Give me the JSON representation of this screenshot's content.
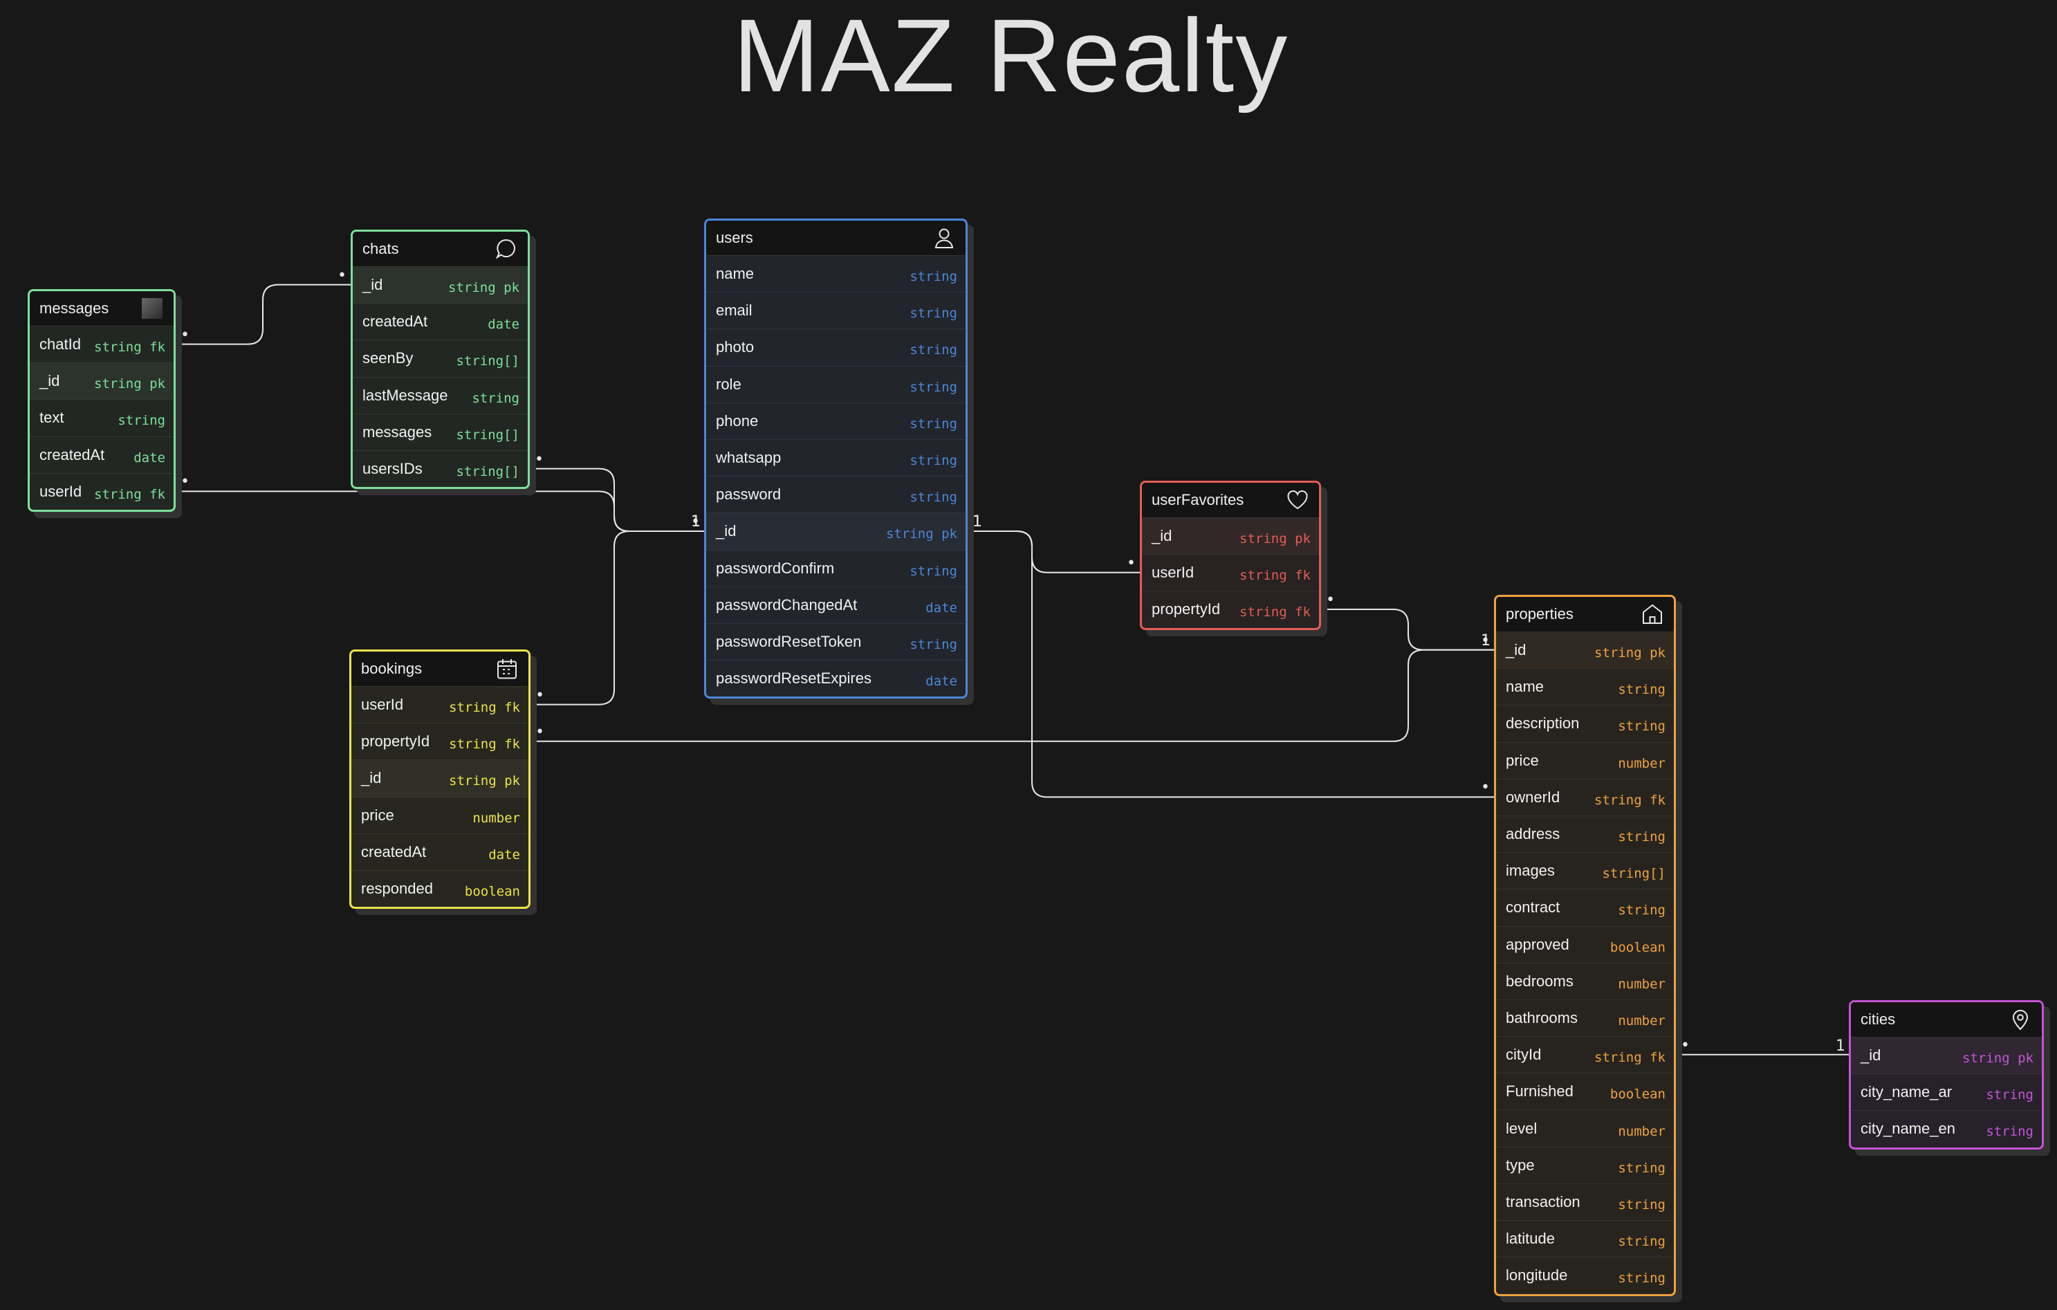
{
  "title": "MAZ Realty",
  "tables": {
    "messages": {
      "name": "messages",
      "icon": "square-icon",
      "color": "#7ce09a",
      "fields": [
        {
          "name": "chatId",
          "type": "string  fk"
        },
        {
          "name": "_id",
          "type": "string  pk"
        },
        {
          "name": "text",
          "type": "string"
        },
        {
          "name": "createdAt",
          "type": "date"
        },
        {
          "name": "userId",
          "type": "string  fk"
        }
      ]
    },
    "chats": {
      "name": "chats",
      "icon": "chat-bubble-icon",
      "color": "#7ce09a",
      "fields": [
        {
          "name": "_id",
          "type": "string  pk"
        },
        {
          "name": "createdAt",
          "type": "date"
        },
        {
          "name": "seenBy",
          "type": "string[]"
        },
        {
          "name": "lastMessage",
          "type": "string"
        },
        {
          "name": "messages",
          "type": "string[]"
        },
        {
          "name": "usersIDs",
          "type": "string[]"
        }
      ]
    },
    "users": {
      "name": "users",
      "icon": "user-icon",
      "color": "#4d86d9",
      "fields": [
        {
          "name": "name",
          "type": "string"
        },
        {
          "name": "email",
          "type": "string"
        },
        {
          "name": "photo",
          "type": "string"
        },
        {
          "name": "role",
          "type": "string"
        },
        {
          "name": "phone",
          "type": "string"
        },
        {
          "name": "whatsapp",
          "type": "string"
        },
        {
          "name": "password",
          "type": "string"
        },
        {
          "name": "_id",
          "type": "string  pk"
        },
        {
          "name": "passwordConfirm",
          "type": "string"
        },
        {
          "name": "passwordChangedAt",
          "type": "date"
        },
        {
          "name": "passwordResetToken",
          "type": "string"
        },
        {
          "name": "passwordResetExpires",
          "type": "date"
        }
      ]
    },
    "userFavorites": {
      "name": "userFavorites",
      "icon": "heart-icon",
      "color": "#e35d57",
      "fields": [
        {
          "name": "_id",
          "type": "string  pk"
        },
        {
          "name": "userId",
          "type": "string  fk"
        },
        {
          "name": "propertyId",
          "type": "string  fk"
        }
      ]
    },
    "bookings": {
      "name": "bookings",
      "icon": "calendar-icon",
      "color": "#ece34a",
      "fields": [
        {
          "name": "userId",
          "type": "string  fk"
        },
        {
          "name": "propertyId",
          "type": "string  fk"
        },
        {
          "name": "_id",
          "type": "string  pk"
        },
        {
          "name": "price",
          "type": "number"
        },
        {
          "name": "createdAt",
          "type": "date"
        },
        {
          "name": "responded",
          "type": "boolean"
        }
      ]
    },
    "properties": {
      "name": "properties",
      "icon": "home-icon",
      "color": "#efa23f",
      "fields": [
        {
          "name": "_id",
          "type": "string  pk"
        },
        {
          "name": "name",
          "type": "string"
        },
        {
          "name": "description",
          "type": "string"
        },
        {
          "name": "price",
          "type": "number"
        },
        {
          "name": "ownerId",
          "type": "string  fk"
        },
        {
          "name": "address",
          "type": "string"
        },
        {
          "name": "images",
          "type": "string[]"
        },
        {
          "name": "contract",
          "type": "string"
        },
        {
          "name": "approved",
          "type": "boolean"
        },
        {
          "name": "bedrooms",
          "type": "number"
        },
        {
          "name": "bathrooms",
          "type": "number"
        },
        {
          "name": "cityId",
          "type": "string  fk"
        },
        {
          "name": "Furnished",
          "type": "boolean"
        },
        {
          "name": "level",
          "type": "number"
        },
        {
          "name": "type",
          "type": "string"
        },
        {
          "name": "transaction",
          "type": "string"
        },
        {
          "name": "latitude",
          "type": "string"
        },
        {
          "name": "longitude",
          "type": "string"
        }
      ]
    },
    "cities": {
      "name": "cities",
      "icon": "map-pin-icon",
      "color": "#c653d6",
      "fields": [
        {
          "name": "_id",
          "type": "string  pk"
        },
        {
          "name": "city_name_ar",
          "type": "string"
        },
        {
          "name": "city_name_en",
          "type": "string"
        }
      ]
    }
  },
  "relationships": [
    {
      "from": "messages.chatId",
      "to": "chats._id",
      "from_card": "•",
      "to_card": "•"
    },
    {
      "from": "messages.userId",
      "to": "users._id",
      "from_card": "•",
      "to_card": "1"
    },
    {
      "from": "chats.usersIDs",
      "to": "users._id",
      "from_card": "•",
      "to_card": "•"
    },
    {
      "from": "bookings.userId",
      "to": "users._id",
      "from_card": "•",
      "to_card": "1"
    },
    {
      "from": "userFavorites.userId",
      "to": "users._id",
      "from_card": "•",
      "to_card": "1"
    },
    {
      "from": "properties.ownerId",
      "to": "users._id",
      "from_card": "•",
      "to_card": "1"
    },
    {
      "from": "userFavorites.propertyId",
      "to": "properties._id",
      "from_card": "•",
      "to_card": "•"
    },
    {
      "from": "bookings.propertyId",
      "to": "properties._id",
      "from_card": "•",
      "to_card": "1"
    },
    {
      "from": "properties.cityId",
      "to": "cities._id",
      "from_card": "•",
      "to_card": "1"
    }
  ]
}
